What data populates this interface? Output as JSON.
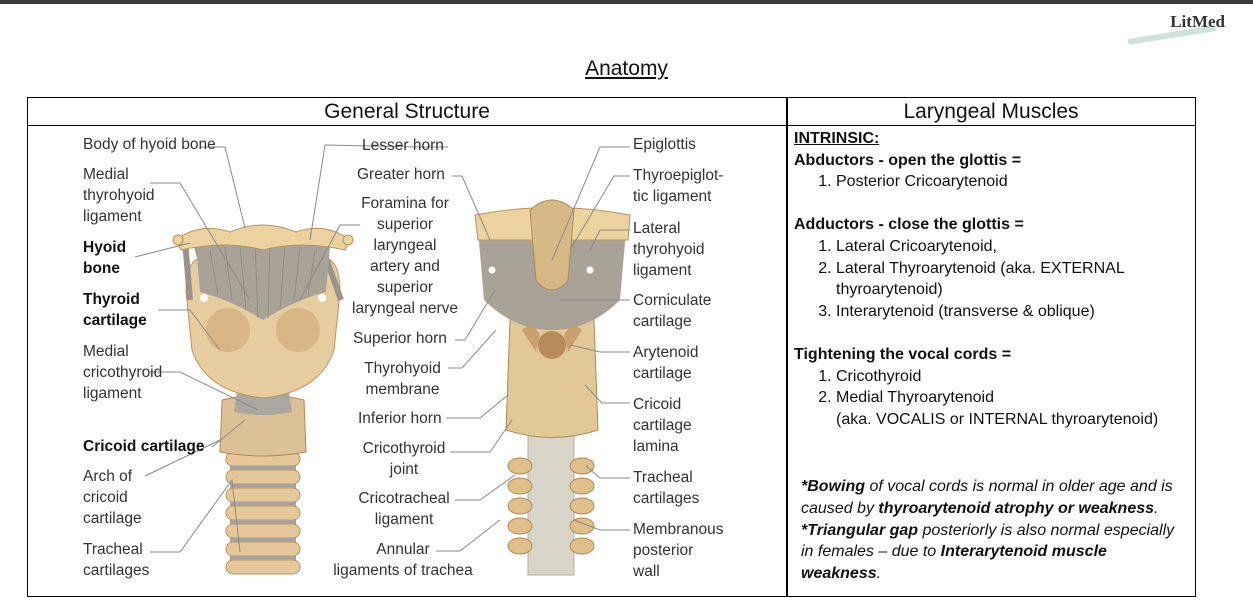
{
  "logo": {
    "text": "LitMed"
  },
  "title": "Anatomy",
  "headers": {
    "left": "General Structure",
    "right": "Laryngeal Muscles"
  },
  "left_labels": {
    "body_hyoid": "Body of hyoid bone",
    "medial_thyrohyoid": [
      "Medial",
      "thyrohyoid",
      "ligament"
    ],
    "hyoid_bone": [
      "Hyoid",
      "bone"
    ],
    "thyroid_cartilage": [
      "Thyroid",
      "cartilage"
    ],
    "medial_cricothyroid": [
      "Medial",
      "cricothyroid",
      "ligament"
    ],
    "cricoid_cartilage": "Cricoid cartilage",
    "arch_cricoid": [
      "Arch of",
      "cricoid",
      "cartilage"
    ],
    "tracheal_cartilages": [
      "Tracheal",
      "cartilages"
    ]
  },
  "middle_labels": {
    "lesser_horn": "Lesser horn",
    "greater_horn": "Greater horn",
    "foramina": [
      "Foramina for",
      "superior",
      "laryngeal",
      "artery and",
      "superior",
      "laryngeal nerve"
    ],
    "superior_horn": "Superior horn",
    "thyrohyoid_membrane": [
      "Thyrohyoid",
      "membrane"
    ],
    "inferior_horn": "Inferior horn",
    "cricothyroid_joint": [
      "Cricothyroid",
      "joint"
    ],
    "cricotracheal": [
      "Cricotracheal",
      "ligament"
    ],
    "annular": [
      "Annular",
      "ligaments of trachea"
    ]
  },
  "right_labels": {
    "epiglottis": "Epiglottis",
    "thyroepiglottic": [
      "Thyroepiglot-",
      "tic ligament"
    ],
    "lateral_thyrohyoid": [
      "Lateral",
      "thyrohyoid",
      "ligament"
    ],
    "corniculate": [
      "Corniculate",
      "cartilage"
    ],
    "arytenoid": [
      "Arytenoid",
      "cartilage"
    ],
    "cricoid_lamina": [
      "Cricoid",
      "cartilage",
      "lamina"
    ],
    "tracheal_cartilages": [
      "Tracheal",
      "cartilages"
    ],
    "membranous": [
      "Membranous",
      "posterior",
      "wall"
    ]
  },
  "muscles": {
    "intrinsic": "INTRINSIC:",
    "abductors_title": "Abductors - open the glottis =",
    "abductors": [
      "Posterior Cricoarytenoid"
    ],
    "adductors_title": "Adductors - close the glottis =",
    "adductors": [
      "Lateral Cricoarytenoid,",
      "Lateral Thyroarytenoid (aka. EXTERNAL thyroarytenoid)",
      "Interarytenoid (transverse & oblique)"
    ],
    "tightening_title": "Tightening the vocal cords =",
    "tightening": [
      "Cricothyroid",
      "Medial Thyroarytenoid"
    ],
    "tightening_note": "(aka. VOCALIS or INTERNAL thyroarytenoid)"
  },
  "note": {
    "p1_bold": "*Bowing",
    "p1_text": " of vocal cords is normal in older age and is caused by ",
    "p1_bold2": "thyroarytenoid atrophy or weakness",
    "p1_end": ".",
    "p2_bold": "*Triangular gap",
    "p2_text": " posteriorly is also normal especially in females – due to ",
    "p2_bold2": "Interarytenoid muscle weakness",
    "p2_end": "."
  }
}
